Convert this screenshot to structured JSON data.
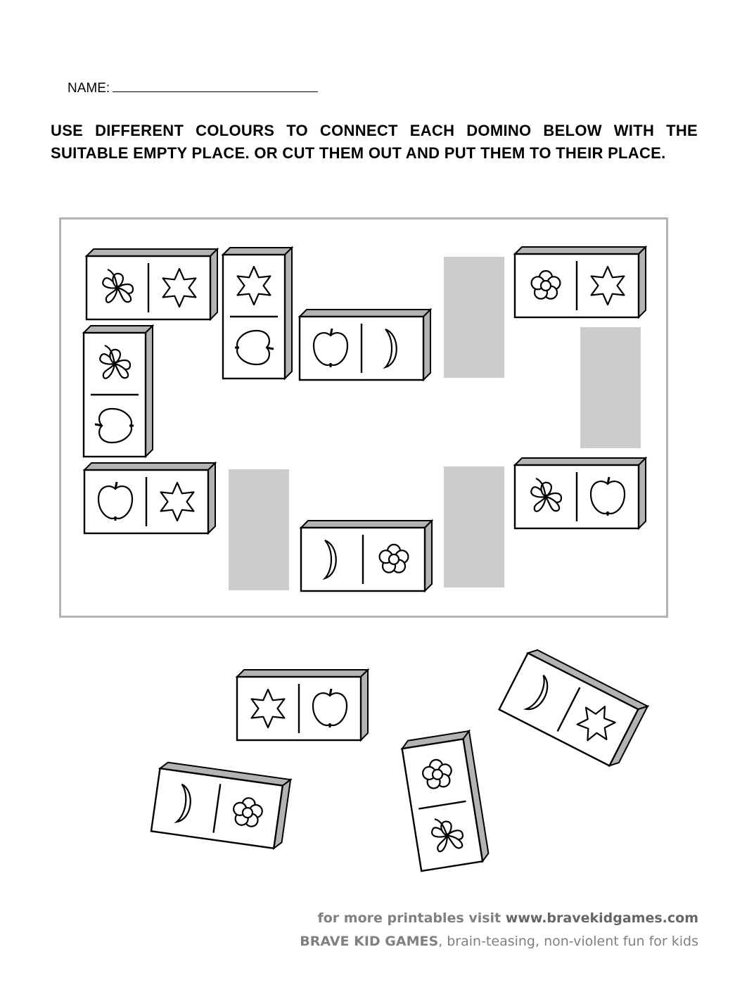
{
  "header": {
    "name_label": "NAME:",
    "instructions": "USE DIFFERENT COLOURS TO CONNECT EACH DOMINO BELOW WITH THE SUITABLE EMPTY PLACE. OR CUT THEM OUT AND PUT THEM  TO THEIR PLACE."
  },
  "board": {
    "placed_dominoes": [
      {
        "orientation": "horizontal",
        "symbols": [
          "clover-icon",
          "star-icon"
        ]
      },
      {
        "orientation": "vertical",
        "symbols": [
          "star-icon",
          "apple-icon"
        ]
      },
      {
        "orientation": "horizontal",
        "symbols": [
          "apple-icon",
          "moon-icon"
        ]
      },
      {
        "orientation": "horizontal",
        "symbols": [
          "flower-icon",
          "star-icon"
        ]
      },
      {
        "orientation": "vertical",
        "symbols": [
          "clover-icon",
          "apple-icon"
        ]
      },
      {
        "orientation": "horizontal",
        "symbols": [
          "apple-icon",
          "star-icon"
        ]
      },
      {
        "orientation": "horizontal",
        "symbols": [
          "moon-icon",
          "flower-icon"
        ]
      },
      {
        "orientation": "horizontal",
        "symbols": [
          "clover-icon",
          "apple-icon"
        ]
      }
    ],
    "empty_slots": 4
  },
  "loose_dominoes": [
    {
      "symbols": [
        "star-icon",
        "apple-icon"
      ]
    },
    {
      "symbols": [
        "moon-icon",
        "star-icon"
      ]
    },
    {
      "symbols": [
        "flower-icon",
        "clover-icon"
      ]
    },
    {
      "symbols": [
        "moon-icon",
        "flower-icon"
      ]
    }
  ],
  "footer": {
    "line1_prefix": "for more printables visit",
    "line1_url": "www.bravekidgames.com",
    "line2_brand": "BRAVE KID GAMES",
    "line2_rest": ", brain-teasing, non-violent fun for kids"
  },
  "colors": {
    "slot": "#cccccc",
    "board_border": "#b3b3b3",
    "domino_side": "#b3b3b3"
  }
}
